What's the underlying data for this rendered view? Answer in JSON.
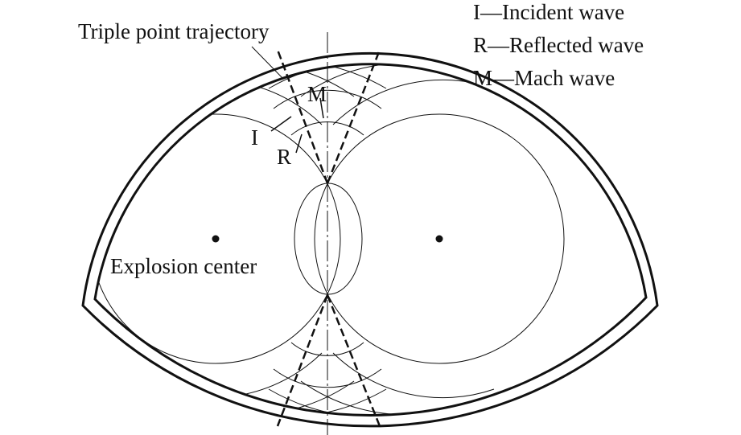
{
  "labels": {
    "triple_point": "Triple point trajectory",
    "explosion_center": "Explosion center",
    "incident": "I",
    "reflected": "R",
    "mach": "M"
  },
  "legend": [
    "I—Incident wave",
    "R—Reflected wave",
    "M—Mach wave"
  ]
}
